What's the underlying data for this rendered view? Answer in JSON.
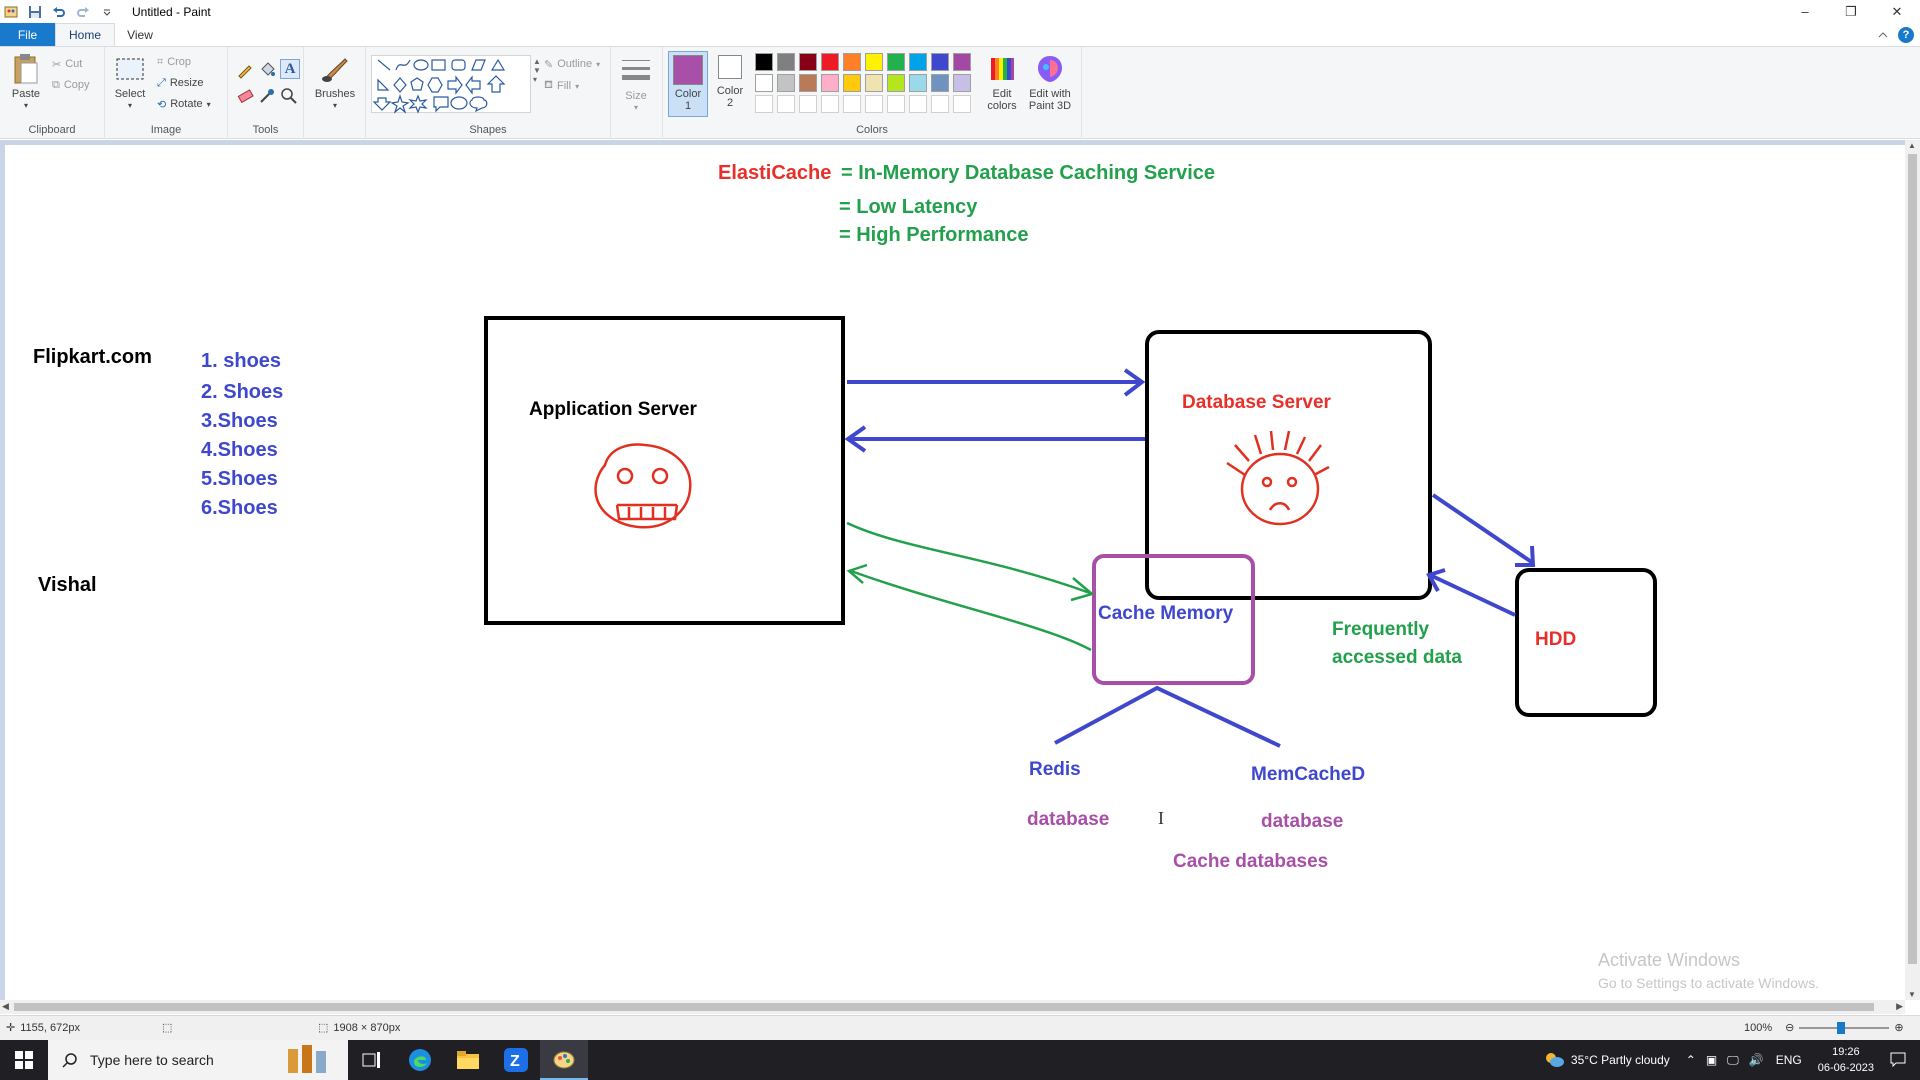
{
  "window": {
    "title": "Untitled - Paint",
    "controls": [
      "–",
      "❐",
      "✕"
    ]
  },
  "ribbon_tabs": [
    "File",
    "Home",
    "View"
  ],
  "ribbon": {
    "clipboard": {
      "label": "Clipboard",
      "paste": "Paste",
      "cut": "Cut",
      "copy": "Copy"
    },
    "image": {
      "label": "Image",
      "select": "Select",
      "crop": "Crop",
      "resize": "Resize",
      "rotate": "Rotate"
    },
    "tools": {
      "label": "Tools"
    },
    "brushes": {
      "label": "Brushes"
    },
    "shapes": {
      "label": "Shapes",
      "outline": "Outline",
      "fill": "Fill"
    },
    "size": {
      "label": "Size"
    },
    "colors": {
      "label": "Colors",
      "color1": "Color\n1",
      "color1_line1": "Color",
      "color1_line2": "1",
      "color2_line1": "Color",
      "color2_line2": "2",
      "edit_colors_line1": "Edit",
      "edit_colors_line2": "colors",
      "paint3d_line1": "Edit with",
      "paint3d_line2": "Paint 3D",
      "color1_value": "#a84fa8",
      "color2_value": "#ffffff",
      "palette_row1": [
        "#000000",
        "#7f7f7f",
        "#880015",
        "#ed1c24",
        "#ff7f27",
        "#fff200",
        "#22b14c",
        "#00a2e8",
        "#3f48cc",
        "#a349a4"
      ],
      "palette_row2": [
        "#ffffff",
        "#c3c3c3",
        "#b97a57",
        "#ffaec9",
        "#ffc90e",
        "#efe4b0",
        "#b5e61d",
        "#99d9ea",
        "#7092be",
        "#c8bfe7"
      ]
    }
  },
  "canvas_text": {
    "title_elasticache": "ElastiCache",
    "title_rest": "= In-Memory Database Caching Service",
    "low_latency": "= Low Latency",
    "high_performance": "= High Performance",
    "flipkart": "Flipkart.com",
    "list": [
      "1. shoes",
      "2. Shoes",
      "3.Shoes",
      "4.Shoes",
      "5.Shoes",
      "6.Shoes"
    ],
    "vishal": "Vishal",
    "app_server": "Application Server",
    "db_server": "Database Server",
    "cache_memory": "Cache Memory",
    "frequently_1": "Frequently",
    "frequently_2": "accessed data",
    "hdd": "HDD",
    "redis": "Redis",
    "memcached": "MemCacheD",
    "database_left": "database",
    "database_right": "database",
    "cache_databases": "Cache databases",
    "watermark_title": "Activate Windows",
    "watermark_sub": "Go to Settings to activate Windows."
  },
  "statusbar": {
    "cursor_pos": "1155, 672px",
    "canvas_size": "1908 × 870px",
    "zoom": "100%"
  },
  "taskbar": {
    "search_placeholder": "Type here to search",
    "weather": "35°C  Partly cloudy",
    "lang": "ENG",
    "time": "19:26",
    "date": "06-06-2023"
  }
}
